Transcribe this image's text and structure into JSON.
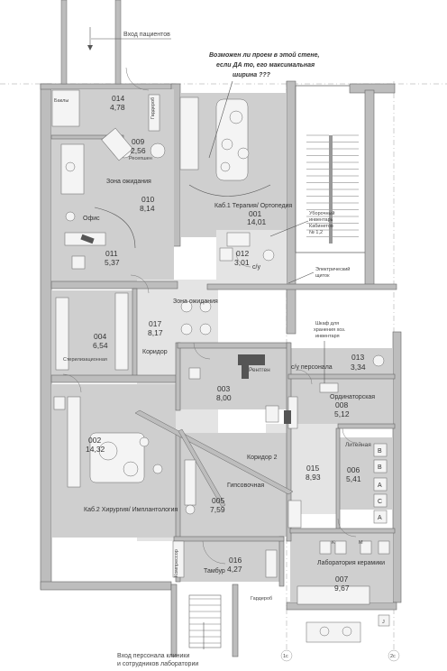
{
  "entrance_patients": "Вход пациентов",
  "entrance_staff_line1": "Вход персонала клиники",
  "entrance_staff_line2": "и сотрудников лаборатории",
  "question": {
    "line1": "Возможен ли проем в этой стене,",
    "line2": "если ДА то, его максимальная",
    "line3": "ширина ???"
  },
  "notes": {
    "cleaning": [
      "Уборочный",
      "инвентарь",
      "Кабинетов",
      "№ 1,2"
    ],
    "electrical": [
      "Электрический",
      "щиток"
    ],
    "cabinet": [
      "Шкаф для",
      "хранения хоз.",
      "инвентаря"
    ],
    "toilets": "Баклы",
    "wardrobe_top": "Гардероб",
    "wardrobe_bottom": "Гардероб",
    "compressor": "Компрессор",
    "reception": "Ресепшен",
    "sterilization": "Стерилизационная",
    "xray": "Рентген",
    "casting": "Литейная"
  },
  "rooms": {
    "r014": {
      "no": "014",
      "area": "4,78"
    },
    "r009": {
      "no": "009",
      "area": "2,56"
    },
    "r010": {
      "name": "Зона ожидания",
      "no": "010",
      "area": "8,14"
    },
    "r011": {
      "name": "Офис",
      "no": "011",
      "area": "5,37"
    },
    "r001": {
      "name": "Каб.1  Терапия/ Ортопедия",
      "no": "001",
      "area": "14,01"
    },
    "r012": {
      "name": "с/у",
      "no": "012",
      "area": "3,01"
    },
    "r004": {
      "no": "004",
      "area": "6,54"
    },
    "r017": {
      "name": "Зона ожидания",
      "no": "017",
      "area": "8,17",
      "corridor": "Коридор"
    },
    "r003": {
      "no": "003",
      "area": "8,00"
    },
    "r013": {
      "name": "с/у персонала",
      "no": "013",
      "area": "3,34"
    },
    "r008": {
      "name": "Ординаторская",
      "no": "008",
      "area": "5,12"
    },
    "r002": {
      "name": "Каб.2  Хирургия/ Имплантология",
      "no": "002",
      "area": "14,32"
    },
    "r015": {
      "name": "Коридор 2",
      "no": "015",
      "area": "8,93"
    },
    "r006": {
      "no": "006",
      "area": "5,41"
    },
    "r005": {
      "name": "Гипсовочная",
      "no": "005",
      "area": "7,59"
    },
    "r016": {
      "name": "Тамбур",
      "no": "016",
      "area": "4,27"
    },
    "r007": {
      "name": "Лаборатория керамики",
      "no": "007",
      "area": "9,67"
    }
  },
  "cabinet_letters": [
    "B",
    "B",
    "A",
    "C",
    "A"
  ],
  "lab_letters": [
    "K",
    "M",
    "J"
  ],
  "axis_labels": [
    "1c",
    "2c"
  ]
}
